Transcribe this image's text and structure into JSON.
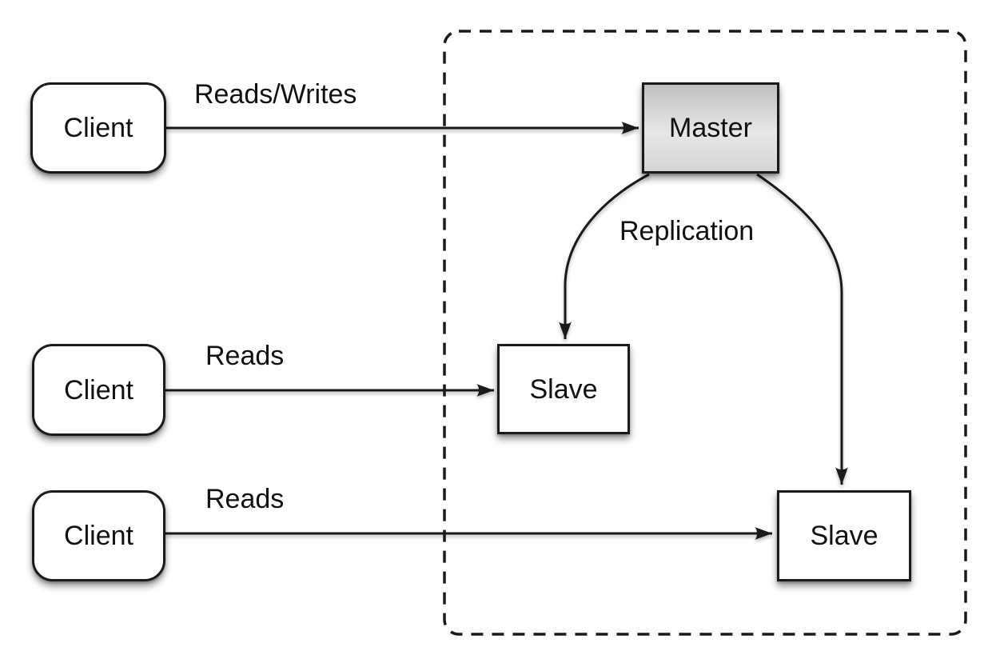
{
  "diagram": {
    "background_color": "#ffffff",
    "stroke_color": "#1a1a1a",
    "text_color": "#111111",
    "nodes": {
      "clients": [
        {
          "id": "client-1",
          "label": "Client",
          "shape": "rounded-rect",
          "fill": "#ffffff"
        },
        {
          "id": "client-2",
          "label": "Client",
          "shape": "rounded-rect",
          "fill": "#ffffff"
        },
        {
          "id": "client-3",
          "label": "Client",
          "shape": "rounded-rect",
          "fill": "#ffffff"
        }
      ],
      "master": {
        "id": "master",
        "label": "Master",
        "shape": "rect",
        "fill_gradient": [
          "#bfbfbf",
          "#e7e7e7",
          "#d5d5d5"
        ]
      },
      "slaves": [
        {
          "id": "slave-1",
          "label": "Slave",
          "shape": "rect",
          "fill": "#ffffff"
        },
        {
          "id": "slave-2",
          "label": "Slave",
          "shape": "rect",
          "fill": "#ffffff"
        }
      ]
    },
    "cluster_boundary": {
      "style": "dashed",
      "shape": "rounded-rect",
      "contains": [
        "master",
        "slave-1",
        "slave-2"
      ]
    },
    "edges": [
      {
        "from": "client-1",
        "to": "master",
        "label": "Reads/Writes",
        "type": "straight-arrow"
      },
      {
        "from": "client-2",
        "to": "slave-1",
        "label": "Reads",
        "type": "straight-arrow"
      },
      {
        "from": "client-3",
        "to": "slave-2",
        "label": "Reads",
        "type": "straight-arrow"
      },
      {
        "from": "master",
        "to": "slave-1",
        "label": "Replication",
        "type": "curved-arrow"
      },
      {
        "from": "master",
        "to": "slave-2",
        "label": "",
        "type": "curved-arrow"
      }
    ]
  }
}
